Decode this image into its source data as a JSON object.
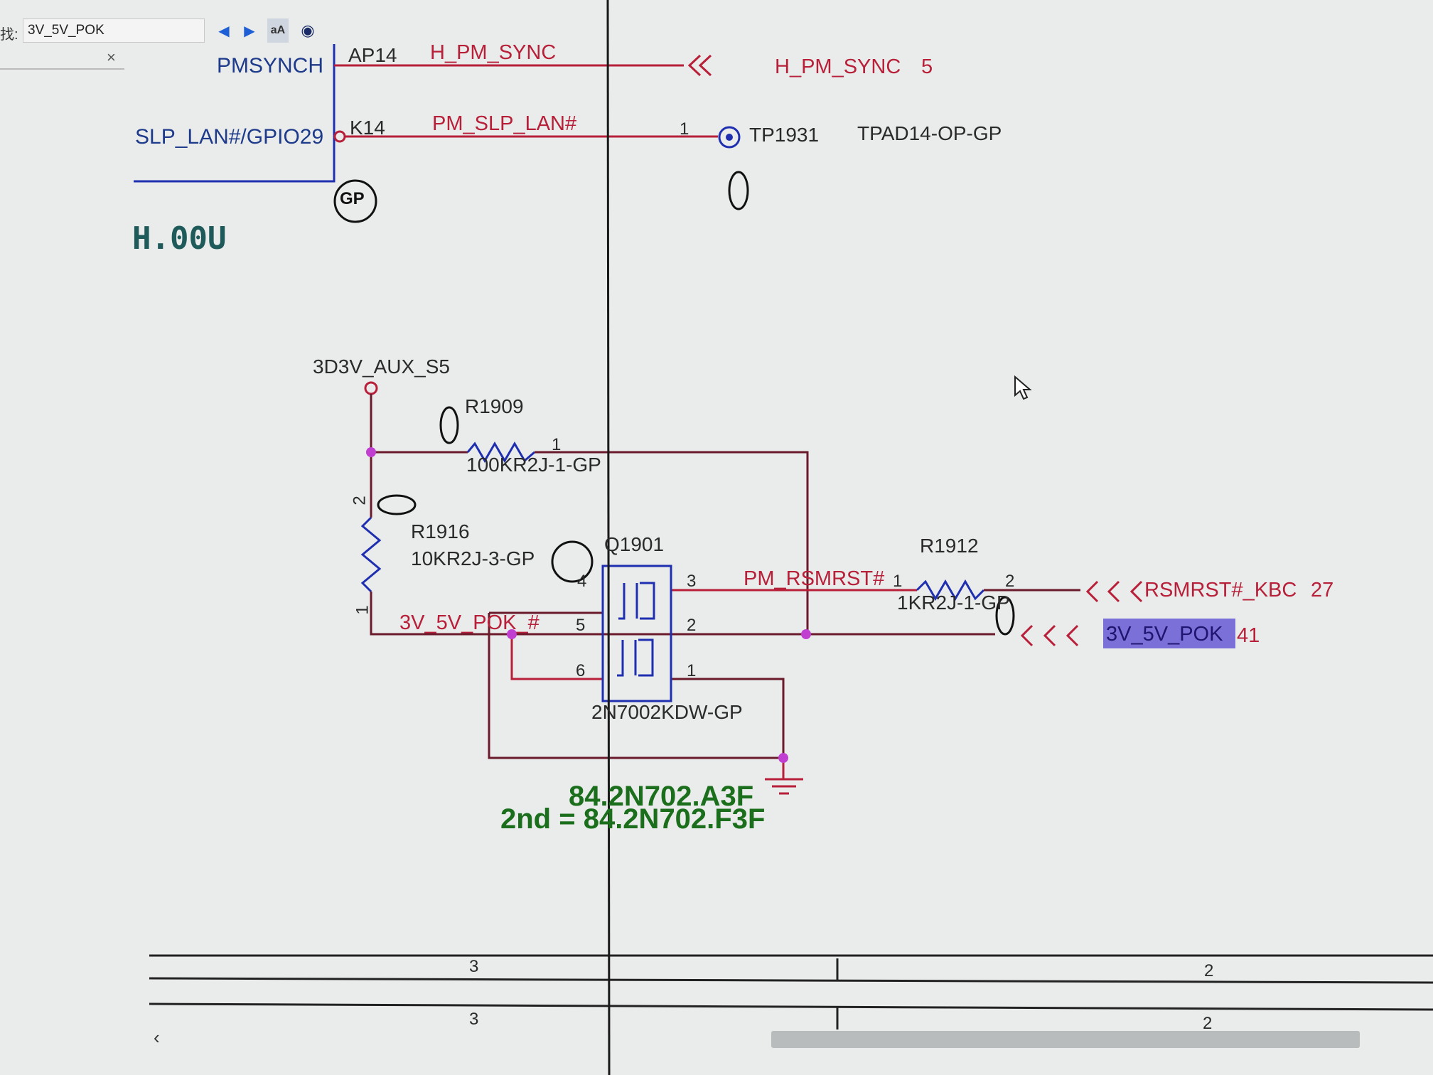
{
  "find_bar": {
    "label": "找:",
    "value": "3V_5V_POK",
    "close_glyph": "×"
  },
  "colors": {
    "wire": "#b8203a",
    "dark_wire": "#6a1a2a",
    "symbol": "#1f2fb0",
    "junction": "#c03fd0",
    "cursor_line": "#1a1a1a",
    "highlight": "#7b6fd8"
  },
  "schematic": {
    "pmsynch_pin": "PMSYNCH",
    "slp_lan_pin": "SLP_LAN#/GPIO29",
    "ap14": "AP14",
    "k14": "K14",
    "h_pm_sync_net": "H_PM_SYNC",
    "h_pm_sync_offpage": "H_PM_SYNC",
    "h_pm_sync_page": "5",
    "pm_slp_lan_net": "PM_SLP_LAN#",
    "tp_pin": "1",
    "tp_ref": "TP1931",
    "tp_part": "TPAD14-OP-GP",
    "gp_mark": "GP",
    "sheet_code": "H.00U",
    "aux_rail": "3D3V_AUX_S5",
    "r1909_ref": "R1909",
    "r1909_pin1": "1",
    "r1909_value": "100KR2J-1-GP",
    "r1916_ref": "R1916",
    "r1916_value": "10KR2J-3-GP",
    "r1916_pin2": "2",
    "r1916_pin1": "1",
    "q1901_ref": "Q1901",
    "q1901_part": "2N7002KDW-GP",
    "q_pin3": "3",
    "q_pin5": "5",
    "q_pin2": "2",
    "q_pin6": "6",
    "q_pin1": "1",
    "q_pin4": "4",
    "pm_rsmrst_net": "PM_RSMRST#",
    "r1912_ref": "R1912",
    "r1912_pin1": "1",
    "r1912_pin2": "2",
    "r1912_value": "1KR2J-1-GP",
    "rsmrst_kbc": "RSMRST#_KBC",
    "rsmrst_page": "27",
    "pok_local_net": "3V_5V_POK_#",
    "pok_offpage": "3V_5V_POK",
    "pok_page": "41",
    "part_number": "84.2N702.A3F",
    "second_source": "2nd = 84.2N702.F3F",
    "zone_left_top": "3",
    "zone_right_top": "2",
    "zone_left_bottom": "3",
    "zone_right_bottom": "2"
  }
}
